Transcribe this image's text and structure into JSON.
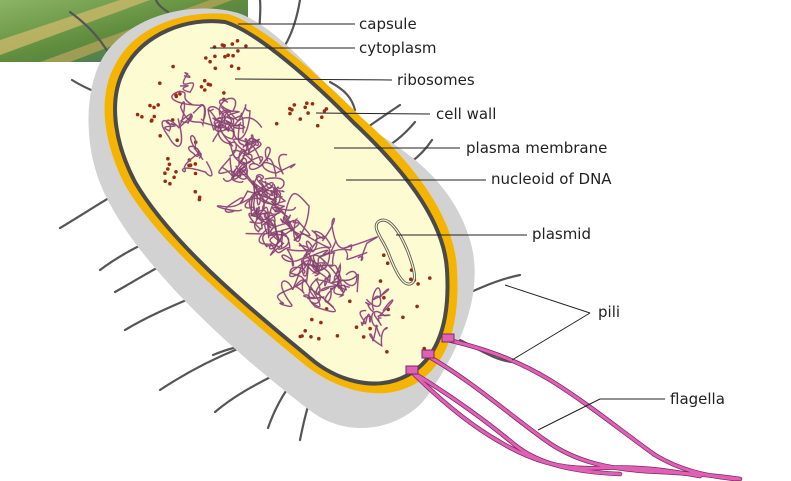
{
  "labels": {
    "capsule": "capsule",
    "cytoplasm": "cytoplasm",
    "ribosomes": "ribosomes",
    "cell_wall": "cell wall",
    "plasma_membrane": "plasma membrane",
    "nucleoid": "nucleoid of DNA",
    "plasmid": "plasmid",
    "pili": "pili",
    "flagella": "flagella"
  },
  "colors": {
    "capsule": "#d2d2d2",
    "cell_wall": "#f5b400",
    "cytoplasm": "#fdfbd2",
    "membrane": "#4a4a4a",
    "dna": "#b2669a",
    "ribosome": "#9a2a12",
    "flagella": "#e060b4",
    "inset": "#6f9b46"
  }
}
